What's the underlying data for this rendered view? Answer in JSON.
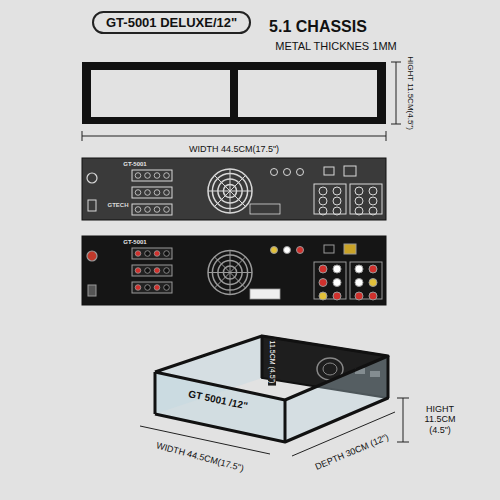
{
  "diagram": {
    "title": "GT-5001 DELUXE/12\"",
    "labels": [
      "5.1 CHASSIS",
      "METAL THICKNES 1MM",
      "HIGHT 11.5CM(4.5\")",
      "WIDTH 44.5CM(17.5\")",
      "GT-5001",
      "GTECH",
      "GT-5001",
      "GT 5001 /12\"",
      "11.5CM (4.5\")",
      "HIGHT 11.5CM (4.5\")",
      "WIDTH 44.5CM(17.5\")",
      "DEPTH 30CM (12\")"
    ]
  }
}
